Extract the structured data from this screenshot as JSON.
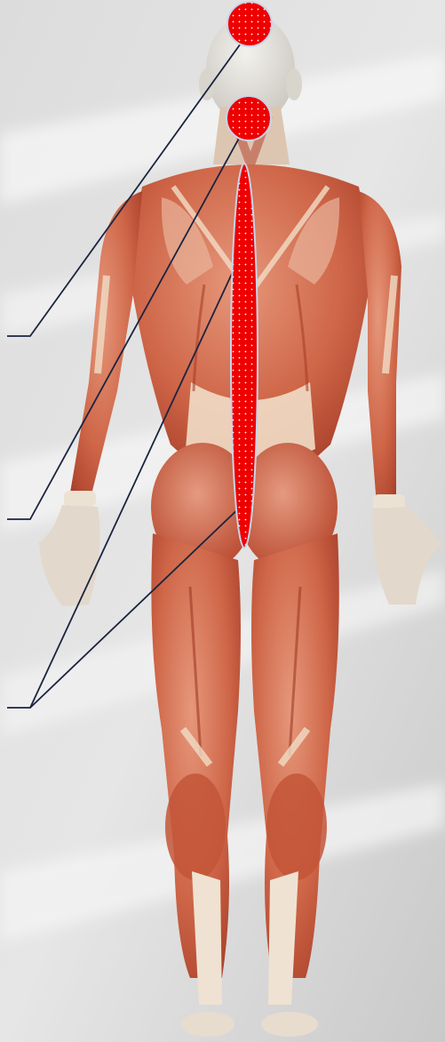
{
  "diagram": {
    "colors": {
      "background_light": "#f1f1f1",
      "background_dark": "#c6c6c6",
      "muscle_dark": "#b8452e",
      "muscle_mid": "#d26a4c",
      "muscle_light": "#e8a184",
      "tendon": "#f1ddc6",
      "marker_fill": "#ee0000",
      "marker_dots": "#ffffff",
      "marker_border": "#c8d4ea",
      "leader_line": "#1b2440"
    },
    "markers": [
      {
        "id": "head-marker",
        "shape": "circle"
      },
      {
        "id": "neck-marker",
        "shape": "circle"
      },
      {
        "id": "spine-marker",
        "shape": "ellipse"
      }
    ],
    "callouts": [
      {
        "id": "callout-head",
        "targets": [
          "head-marker"
        ]
      },
      {
        "id": "callout-neck",
        "targets": [
          "neck-marker"
        ]
      },
      {
        "id": "callout-back",
        "targets": [
          "spine-marker",
          "spine-marker"
        ]
      }
    ]
  }
}
